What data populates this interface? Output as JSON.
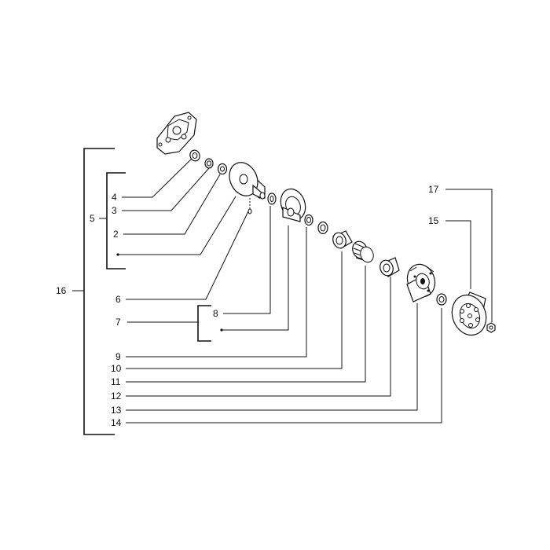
{
  "labels": {
    "n1": "4",
    "n2": "3",
    "n3": "5",
    "n4": "2",
    "n5": "16",
    "n6": "6",
    "n7": "8",
    "n8": "7",
    "n9": "9",
    "n10": "10",
    "n11": "11",
    "n12": "12",
    "n13": "13",
    "n14": "14",
    "n15": "17",
    "n16": "15"
  }
}
